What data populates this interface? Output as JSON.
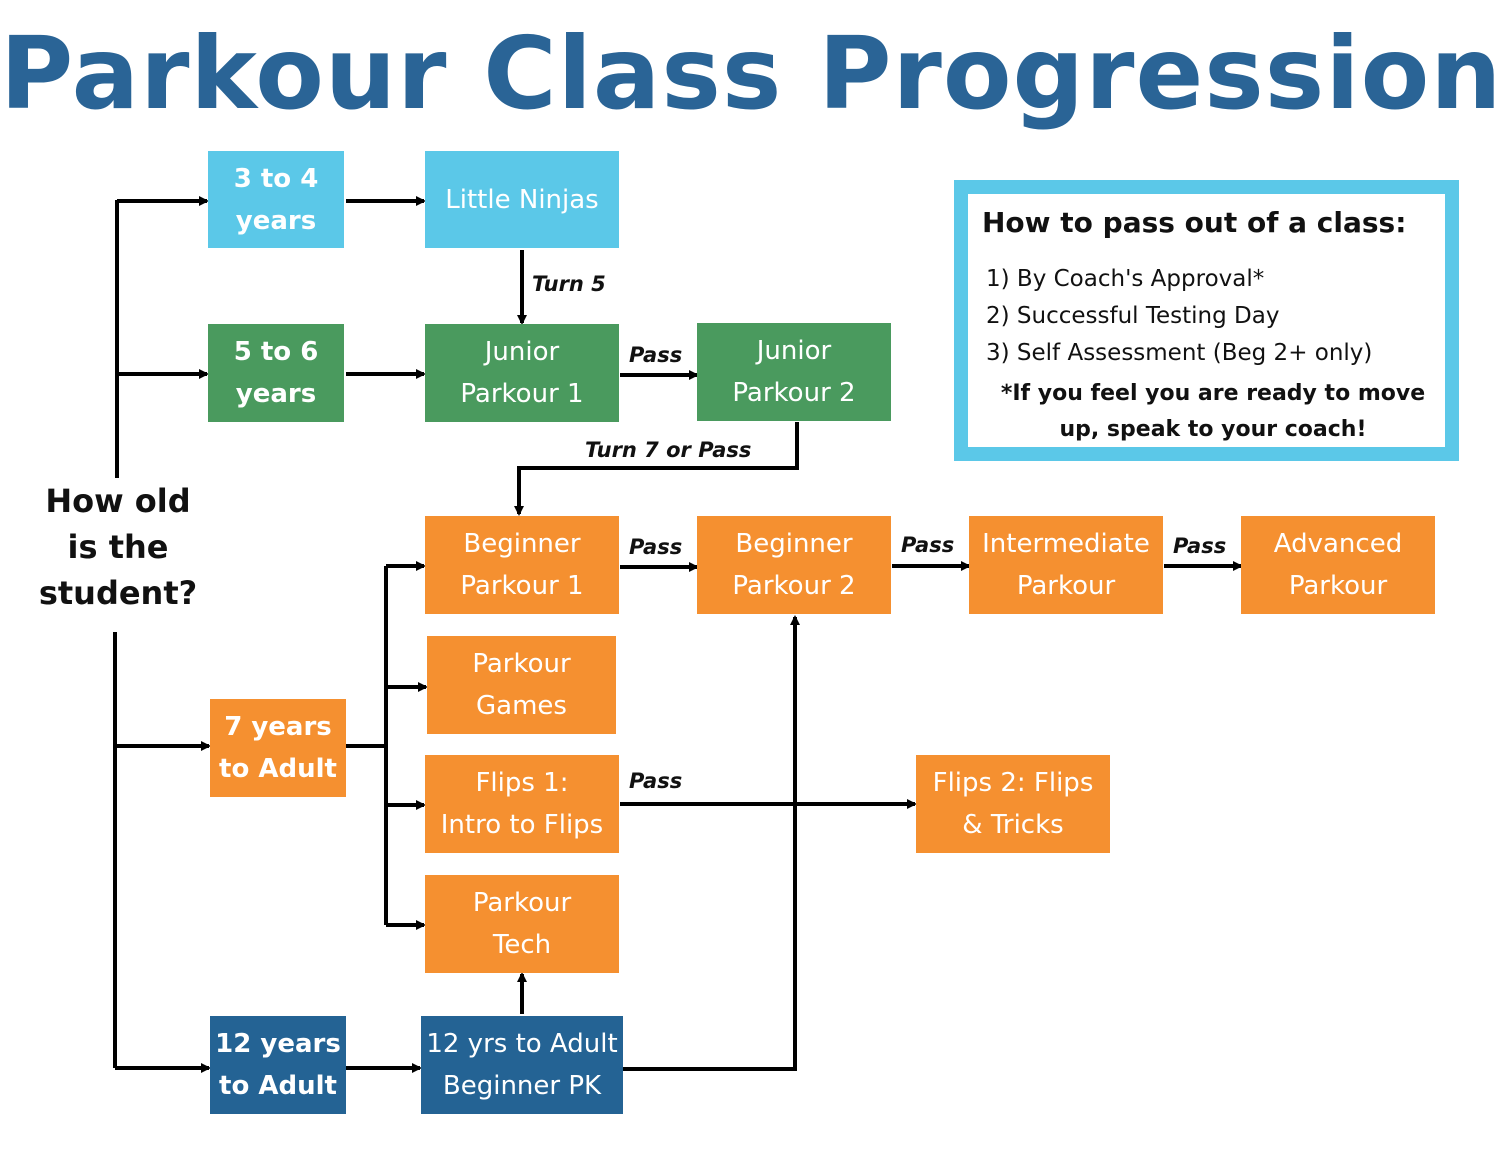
{
  "title": "Parkour Class Progression",
  "question": "How old\nis the\nstudent?",
  "ages": {
    "age_3_4": "3 to 4\nyears",
    "age_5_6": "5 to 6\nyears",
    "age_7_adult": "7 years\nto Adult",
    "age_12_adult": "12 years\nto Adult"
  },
  "classes": {
    "little_ninjas": "Little Ninjas",
    "junior_1": "Junior\nParkour 1",
    "junior_2": "Junior\nParkour 2",
    "beginner_1": "Beginner\nParkour 1",
    "beginner_2": "Beginner\nParkour 2",
    "intermediate": "Intermediate\nParkour",
    "advanced": "Advanced\nParkour",
    "games": "Parkour\nGames",
    "flips_1": "Flips 1:\nIntro to Flips",
    "flips_2": "Flips 2: Flips\n& Tricks",
    "tech": "Parkour\nTech",
    "teen_beginner": "12 yrs to Adult\nBeginner PK"
  },
  "edge_labels": {
    "turn_5": "Turn 5",
    "pass_junior": "Pass",
    "turn_7_or_pass": "Turn 7 or Pass",
    "pass_beginner_1": "Pass",
    "pass_beginner_2": "Pass",
    "pass_intermediate": "Pass",
    "pass_flips": "Pass"
  },
  "info": {
    "heading": "How to pass out of a class:",
    "items": [
      "1) By Coach's Approval*",
      "2) Successful Testing Day",
      "3) Self Assessment (Beg 2+ only)"
    ],
    "note": "*If you feel you are ready to move up, speak to your coach!"
  },
  "colors": {
    "title": "#2a6496",
    "light_blue": "#5bc8e8",
    "green": "#4a9a5e",
    "orange": "#f59030",
    "dark_blue": "#246394"
  }
}
